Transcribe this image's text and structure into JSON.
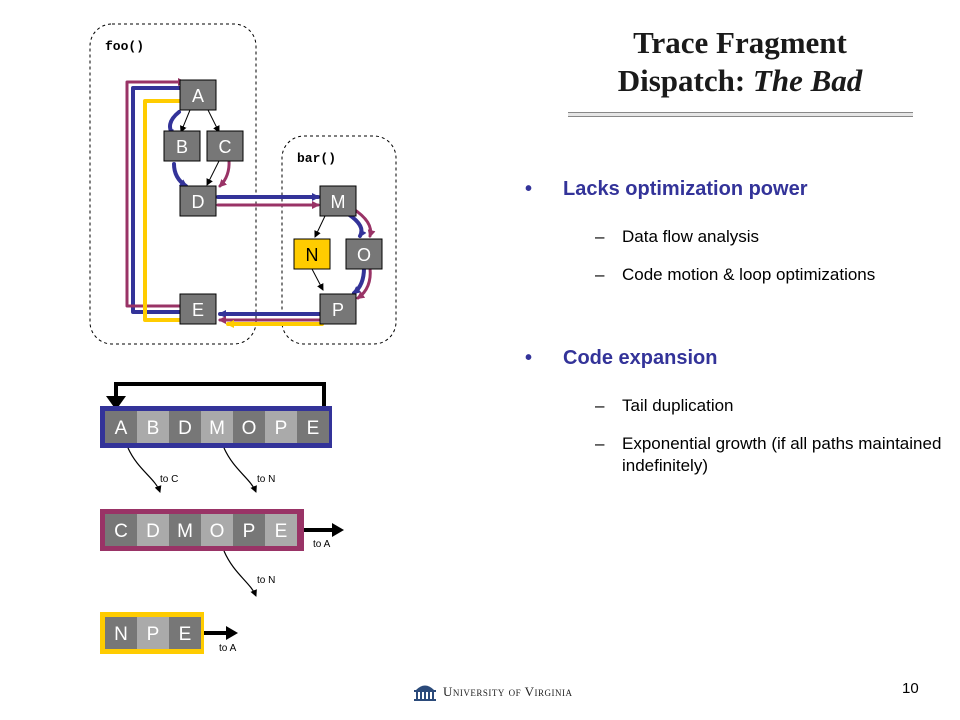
{
  "slide": {
    "title_line1": "Trace Fragment",
    "title_line2_plain": "Dispatch: ",
    "title_line2_italic": "The Bad",
    "page_number": "10",
    "footer_institution": "University of Virginia"
  },
  "diagram": {
    "foo_label": "foo()",
    "bar_label": "bar()",
    "nodes": {
      "A": "A",
      "B": "B",
      "C": "C",
      "D": "D",
      "E": "E",
      "M": "M",
      "N": "N",
      "O": "O",
      "P": "P"
    }
  },
  "traces": {
    "trace1": [
      "A",
      "B",
      "D",
      "M",
      "O",
      "P",
      "E"
    ],
    "trace2": [
      "C",
      "D",
      "M",
      "O",
      "P",
      "E"
    ],
    "trace3": [
      "N",
      "P",
      "E"
    ],
    "exit_to_c": "to C",
    "exit_to_n_1": "to N",
    "exit_to_a_2": "to A",
    "exit_to_n_2": "to N",
    "exit_to_a_3": "to A"
  },
  "bullets": [
    {
      "text": "Lacks optimization power",
      "subs": [
        "Data flow analysis",
        "Code motion & loop optimizations"
      ]
    },
    {
      "text": "Code expansion",
      "subs": [
        "Tail duplication",
        "Exponential growth (if all paths maintained indefinitely)"
      ]
    }
  ],
  "colors": {
    "blue_path": "#333399",
    "purple_path": "#993366",
    "yellow_path": "#ffcc00",
    "node_dark": "#777777",
    "node_light": "#aaaaaa"
  }
}
